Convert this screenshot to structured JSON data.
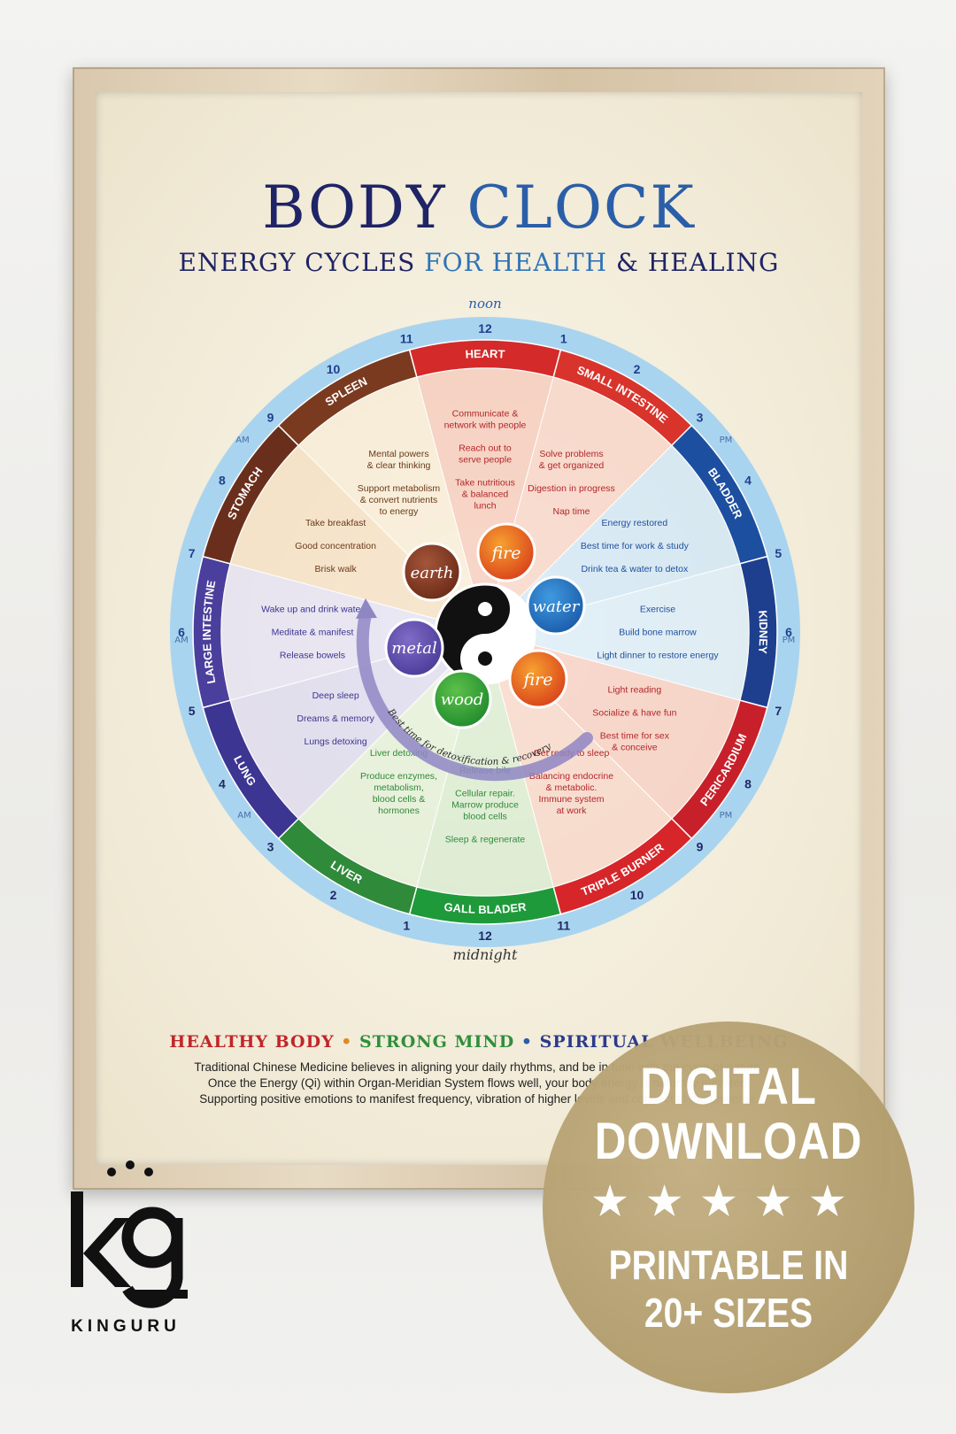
{
  "poster": {
    "title_part1": "BODY",
    "title_part2": "CLOCK",
    "subtitle_part1": "ENERGY CYCLES",
    "subtitle_part2": "FOR HEALTH",
    "subtitle_part3": "& HEALING",
    "noon": "noon",
    "midnight": "midnight",
    "tagline": {
      "part1": "HEALTHY BODY",
      "sep": "•",
      "part2": "STRONG MIND",
      "part3": "SPIRITUAL WELLBEING"
    },
    "description": [
      "Traditional Chinese Medicine believes in aligning your daily rhythms, and be in tune with the cycle of nature.",
      "Once the Energy (Qi) within Organ-Meridian System flows well, your body energy is naturally elevated.",
      "Supporting positive emotions to manifest frequency, vibration of higher levels and connect to the universe."
    ]
  },
  "clock": {
    "am": "AM",
    "pm": "PM",
    "hours_top": [
      "12",
      "1",
      "2",
      "3",
      "4",
      "5",
      "6",
      "7",
      "8",
      "9",
      "10",
      "11"
    ],
    "hours_bottom": [
      "12",
      "1",
      "2",
      "3",
      "4",
      "5",
      "6",
      "7",
      "8",
      "9",
      "10",
      "11"
    ],
    "organs": [
      {
        "name": "HEART",
        "color": "#d42a2a"
      },
      {
        "name": "SMALL INTESTINE",
        "color": "#d8342c"
      },
      {
        "name": "BLADDER",
        "color": "#1d4fa0"
      },
      {
        "name": "KIDNEY",
        "color": "#1e3f8e"
      },
      {
        "name": "PERICARDIUM",
        "color": "#c8202a"
      },
      {
        "name": "TRIPLE BURNER",
        "color": "#d6262a"
      },
      {
        "name": "GALL BLADER",
        "color": "#1e9a3a"
      },
      {
        "name": "LIVER",
        "color": "#2f8a3a"
      },
      {
        "name": "LUNG",
        "color": "#3c3591"
      },
      {
        "name": "LARGE INTESTINE",
        "color": "#4a3f9c"
      },
      {
        "name": "STOMACH",
        "color": "#6a2f1c"
      },
      {
        "name": "SPLEEN",
        "color": "#7a3a20"
      }
    ],
    "activities": [
      [
        "Communicate &",
        "network with people",
        "",
        "Reach out to",
        "serve people",
        "",
        "Take nutritious",
        "& balanced",
        "lunch"
      ],
      [
        "Solve problems",
        "& get organized",
        "",
        "Digestion in progress",
        "",
        "Nap time"
      ],
      [
        "Energy restored",
        "",
        "Best time for work & study",
        "",
        "Drink tea & water to detox"
      ],
      [
        "Exercise",
        "",
        "Build bone marrow",
        "",
        "Light dinner to restore energy"
      ],
      [
        "Light reading",
        "",
        "Socialize & have fun",
        "",
        "Best time for sex",
        "& conceive"
      ],
      [
        "Get ready to sleep",
        "",
        "Balancing endocrine",
        "& metabolic.",
        "Immune system",
        "at work"
      ],
      [
        "Release bile",
        "",
        "Cellular repair.",
        "Marrow produce",
        "blood cells",
        "",
        "Sleep & regenerate"
      ],
      [
        "Liver detoxing",
        "",
        "Produce enzymes,",
        "metabolism,",
        "blood cells &",
        "hormones"
      ],
      [
        "Deep sleep",
        "",
        "Dreams & memory",
        "",
        "Lungs detoxing"
      ],
      [
        "Wake up and drink water",
        "",
        "Meditate & manifest",
        "",
        "Release bowels"
      ],
      [
        "Take breakfast",
        "",
        "Good concentration",
        "",
        "Brisk walk"
      ],
      [
        "Mental powers",
        "& clear thinking",
        "",
        "Support metabolism",
        "& convert nutrients",
        "to energy"
      ]
    ],
    "elements": {
      "fire_top": "fire",
      "water": "water",
      "fire_bottom": "fire",
      "wood": "wood",
      "metal": "metal",
      "earth": "earth"
    },
    "detox_label": "Best time for detoxification & recovery"
  },
  "brand": {
    "name": "KINGURU"
  },
  "badge": {
    "line1": "DIGITAL",
    "line2": "DOWNLOAD",
    "stars": "★★★★★",
    "line3": "PRINTABLE IN",
    "line4": "20+ SIZES"
  }
}
